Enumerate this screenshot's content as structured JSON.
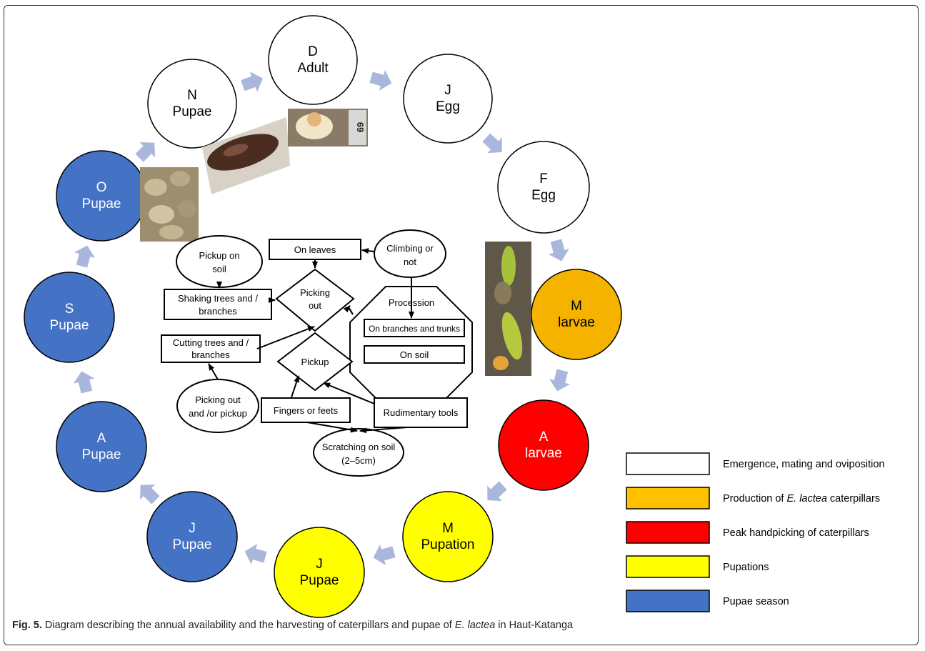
{
  "months": [
    {
      "id": "d",
      "letter": "D",
      "stage": "Adult",
      "fill": "#ffffff",
      "text": "#000000"
    },
    {
      "id": "j1",
      "letter": "J",
      "stage": "Egg",
      "fill": "#ffffff",
      "text": "#000000"
    },
    {
      "id": "f",
      "letter": "F",
      "stage": "Egg",
      "fill": "#ffffff",
      "text": "#000000"
    },
    {
      "id": "m1",
      "letter": "M",
      "stage": "larvae",
      "fill": "#f5b300",
      "text": "#000000"
    },
    {
      "id": "a1",
      "letter": "A",
      "stage": "larvae",
      "fill": "#ff0000",
      "text": "#ffffff"
    },
    {
      "id": "m2",
      "letter": "M",
      "stage": "Pupation",
      "fill": "#ffff00",
      "text": "#000000"
    },
    {
      "id": "j2",
      "letter": "J",
      "stage": "Pupae",
      "fill": "#ffff00",
      "text": "#000000"
    },
    {
      "id": "j3",
      "letter": "J",
      "stage": "Pupae",
      "fill": "#4472c4",
      "text": "#ffffff"
    },
    {
      "id": "a2",
      "letter": "A",
      "stage": "Pupae",
      "fill": "#4472c4",
      "text": "#ffffff"
    },
    {
      "id": "s",
      "letter": "S",
      "stage": "Pupae",
      "fill": "#4472c4",
      "text": "#ffffff"
    },
    {
      "id": "o",
      "letter": "O",
      "stage": "Pupae",
      "fill": "#4472c4",
      "text": "#ffffff"
    },
    {
      "id": "n",
      "letter": "N",
      "stage": "Pupae",
      "fill": "#ffffff",
      "text": "#000000"
    }
  ],
  "flow": {
    "pickup_soil": [
      "Pickup on",
      "soil"
    ],
    "shaking": [
      "Shaking trees and /",
      "branches"
    ],
    "cutting": [
      "Cutting trees and /",
      "branches"
    ],
    "picking_out": [
      "Picking",
      "out"
    ],
    "on_leaves": "On leaves",
    "climbing": [
      "Climbing or",
      "not"
    ],
    "procession": "Procession",
    "on_branches": "On branches and trunks",
    "on_soil": "On soil",
    "pickup": "Pickup",
    "picking_or_pickup": [
      "Picking out",
      "and /or pickup"
    ],
    "fingers": "Fingers or feets",
    "tools": "Rudimentary tools",
    "scratching": [
      "Scratching on soil",
      "(2–5cm)"
    ]
  },
  "legend": [
    {
      "color": "#ffffff",
      "label": "Emergence, mating and oviposition"
    },
    {
      "color": "#ffc000",
      "label_pre": "Production of ",
      "label_em": "E. lactea",
      "label_post": " caterpillars"
    },
    {
      "color": "#ff0000",
      "label": "Peak handpicking of caterpillars"
    },
    {
      "color": "#ffff00",
      "label": "Pupations"
    },
    {
      "color": "#4472c4",
      "label": "Pupae season"
    }
  ],
  "photo_labels": {
    "ruler_number": "69"
  },
  "arrow_color": "#a9b7dc",
  "caption": {
    "fig": "Fig. 5.",
    "pre": " Diagram describing the annual availability and the harvesting of caterpillars and pupae of ",
    "species": "E. lactea",
    "post": " in Haut-Katanga"
  }
}
